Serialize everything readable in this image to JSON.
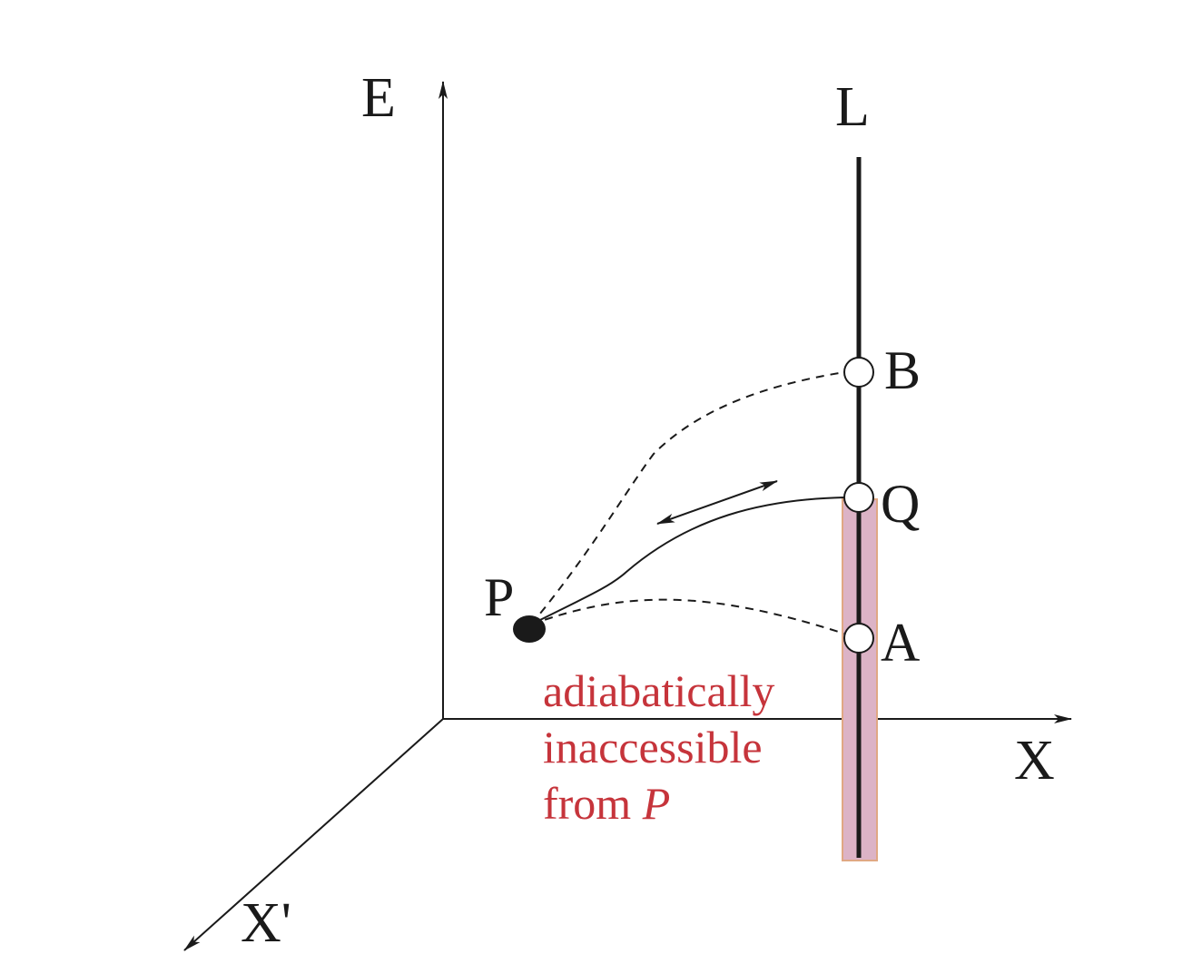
{
  "axes": {
    "e_label": "E",
    "x_label": "X",
    "x_prime_label": "X'"
  },
  "line": {
    "label": "L"
  },
  "points": {
    "p_label": "P",
    "a_label": "A",
    "q_label": "Q",
    "b_label": "B"
  },
  "region": {
    "line1": "adiabatically",
    "line2": "inaccessible",
    "line3_prefix": "from ",
    "line3_italic": "P"
  },
  "colors": {
    "ink": "#1a1a1a",
    "region_fill": "#dcb3c6",
    "region_stroke": "#e0a884",
    "region_text": "#c6343b",
    "marker_fill": "#ffffff"
  }
}
